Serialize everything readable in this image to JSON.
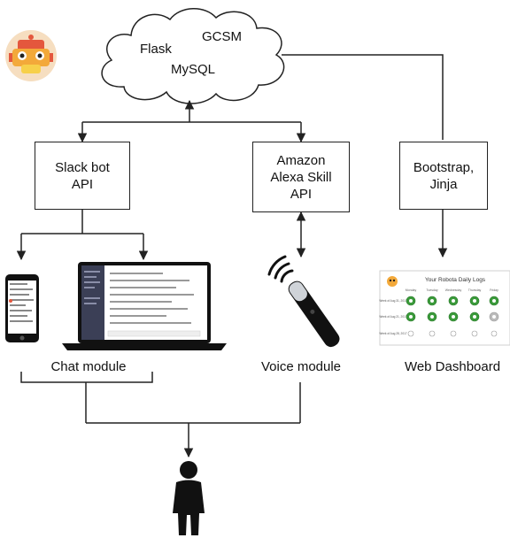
{
  "cloud": {
    "labels": [
      "Flask",
      "GCSM",
      "MySQL"
    ]
  },
  "boxes": {
    "slack": "Slack bot\nAPI",
    "alexa": "Amazon\nAlexa Skill\nAPI",
    "bootstrap": "Bootstrap,\nJinja"
  },
  "captions": {
    "chat": "Chat module",
    "voice": "Voice module",
    "web": "Web Dashboard"
  },
  "dashboard": {
    "title": "Your Robota Daily Logs",
    "days": [
      "Monday",
      "Tuesday",
      "Wednesday",
      "Thursday",
      "Friday"
    ],
    "weeks": [
      "Week of\nAug 31, 2017",
      "Week of\nAug 21, 2017",
      "Week of\nAug 28, 2017"
    ]
  },
  "colors": {
    "line": "#222222",
    "cloud_fill": "#ffffff",
    "device_dark": "#1a1a1a",
    "dashboard_green": "#3a9a3a"
  },
  "icons": [
    "robot-logo-icon",
    "phone-icon",
    "laptop-icon",
    "alexa-remote-icon",
    "person-icon"
  ]
}
